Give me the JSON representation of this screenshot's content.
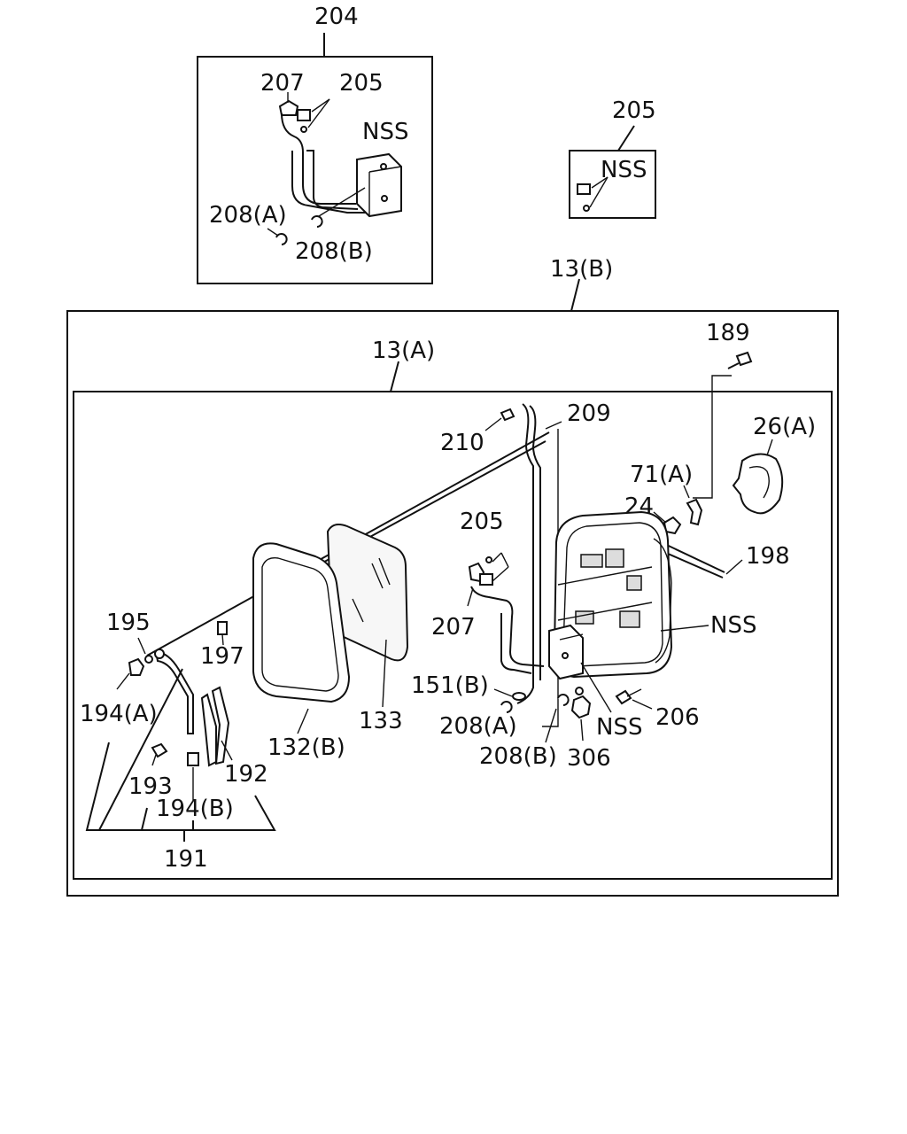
{
  "labels": {
    "l204": "204",
    "l207_top": "207",
    "l205_top": "205",
    "lNSS_top": "NSS",
    "l208A_top": "208(A)",
    "l208B_top": "208(B)",
    "l205_right": "205",
    "lNSS_right": "NSS",
    "l13B": "13(B)",
    "l13A": "13(A)",
    "l189": "189",
    "l209": "209",
    "l210": "210",
    "l26A": "26(A)",
    "l71A": "71(A)",
    "l24": "24",
    "l198": "198",
    "l205_mid": "205",
    "l207_mid": "207",
    "lNSS_housing": "NSS",
    "l151B": "151(B)",
    "l208A_mid": "208(A)",
    "l208B_mid": "208(B)",
    "lNSS_motor": "NSS",
    "l306": "306",
    "l206": "206",
    "l195": "195",
    "l197": "197",
    "l194A": "194(A)",
    "l132B": "132(B)",
    "l133": "133",
    "l193": "193",
    "l192": "192",
    "l194B": "194(B)",
    "l191": "191"
  }
}
